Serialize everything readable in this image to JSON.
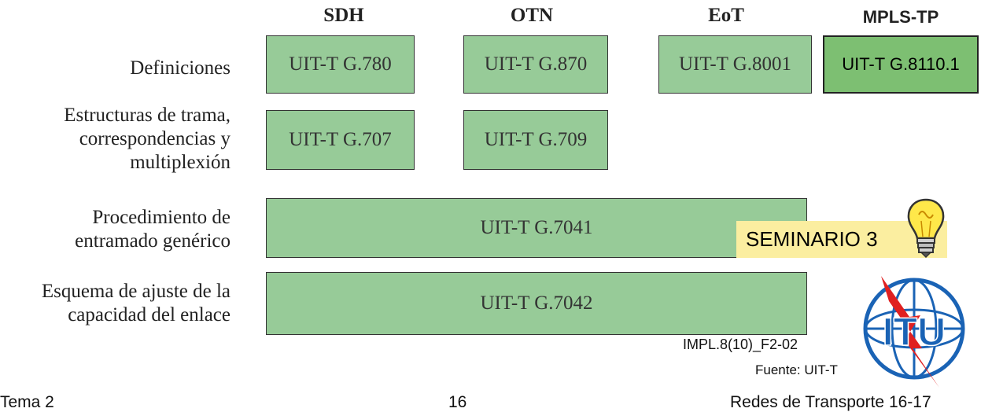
{
  "columns": {
    "sdh": "SDH",
    "otn": "OTN",
    "eot": "EoT",
    "mpls": "MPLS-TP"
  },
  "rows": {
    "definiciones": "Definiciones",
    "estructuras": "Estructuras de trama,\ncorrespondencias y\nmultiplexión",
    "procedimiento": "Procedimiento de\nentramado genérico",
    "esquema": "Esquema de ajuste de la\ncapacidad del enlace"
  },
  "boxes": {
    "g780": "UIT-T G.780",
    "g870": "UIT-T G.870",
    "g8001": "UIT-T G.8001",
    "g8110": "UIT-T G.8110.1",
    "g707": "UIT-T G.707",
    "g709": "UIT-T G.709",
    "g7041": "UIT-T G.7041",
    "g7042": "UIT-T G.7042"
  },
  "seminar_label": "SEMINARIO 3",
  "figure_ref": "IMPL.8(10)_F2-02",
  "source": "Fuente: UIT-T",
  "logo_text": "ITU",
  "footer": {
    "left": "Tema 2",
    "center": "16",
    "right": "Redes de Transporte 16-17"
  }
}
